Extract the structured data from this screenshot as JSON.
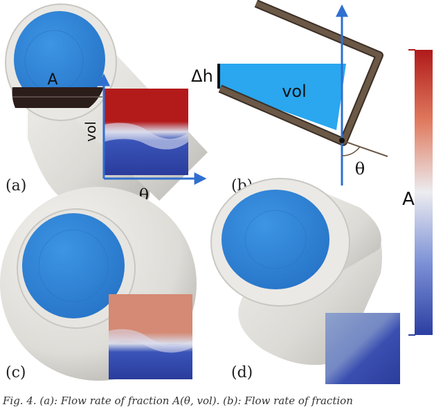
{
  "labels": {
    "panel_a": "(a)",
    "panel_b": "(b)",
    "panel_c": "(c)",
    "panel_d": "(d)",
    "area": "A",
    "theta_a": "θ",
    "vol_a": "vol",
    "delta_h": "Δh",
    "vol_b": "vol",
    "theta_b": "θ",
    "colorbar": "A"
  },
  "caption": "Fig. 4. (a): Flow rate of fraction A(θ, vol). (b): Flow rate of fraction",
  "colors": {
    "liquid_blue": "#2f86dc",
    "cup_white": "#e8e6e2",
    "axis_blue": "#2f6fd0",
    "heat_red": "#b01a1a",
    "heat_blue": "#2c3f9e",
    "container_brown": "#5c4a3a"
  }
}
